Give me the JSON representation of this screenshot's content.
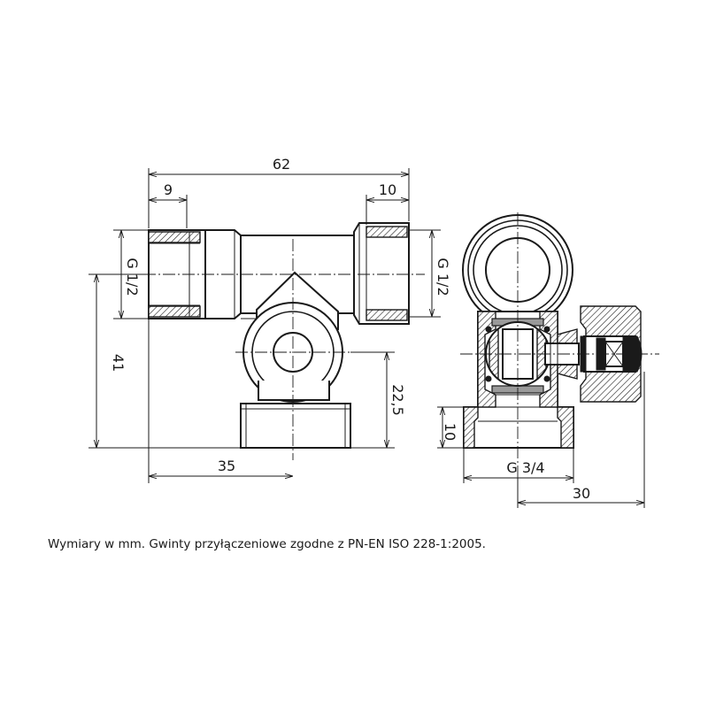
{
  "dimensions": {
    "overall_width": "62",
    "left_thread_depth": "9",
    "right_thread_depth": "10",
    "left_thread": "G 1/2",
    "right_thread": "G 1/2",
    "height": "41",
    "outlet_height": "22,5",
    "inlet_offset": "35",
    "bottom_thread_depth": "10",
    "bottom_thread": "G 3/4",
    "side_offset": "30"
  },
  "note": "Wymiary w mm. Gwinty przyłączeniowe zgodne z PN-EN ISO 228-1:2005."
}
